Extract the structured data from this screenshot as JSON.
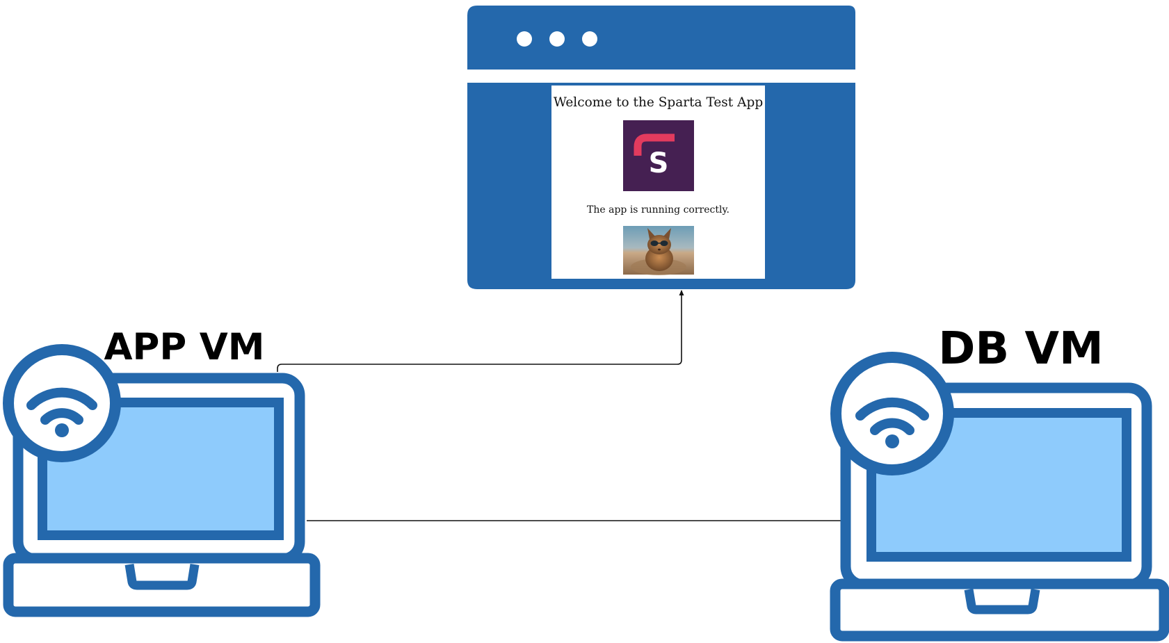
{
  "colors": {
    "primary_blue": "#2468AC",
    "screen_blue": "#8ECBFC",
    "connector": "#111111",
    "logo_background": "#452052",
    "logo_accent": "#E23B5E",
    "page_background": "#FFFFFF"
  },
  "browser": {
    "window_dots": 3,
    "page": {
      "title": "Welcome to the Sparta Test App",
      "logo_letter": "S",
      "status_text": "The app is running correctly.",
      "photo_subject": "cat wearing sunglasses on a beach"
    }
  },
  "app_vm": {
    "label": "APP VM",
    "icon": "laptop-wifi-icon"
  },
  "db_vm": {
    "label": "DB VM",
    "icon": "laptop-wifi-icon"
  },
  "connections": [
    {
      "from": "APP VM",
      "to": "browser"
    },
    {
      "from": "APP VM",
      "to": "DB VM"
    }
  ]
}
